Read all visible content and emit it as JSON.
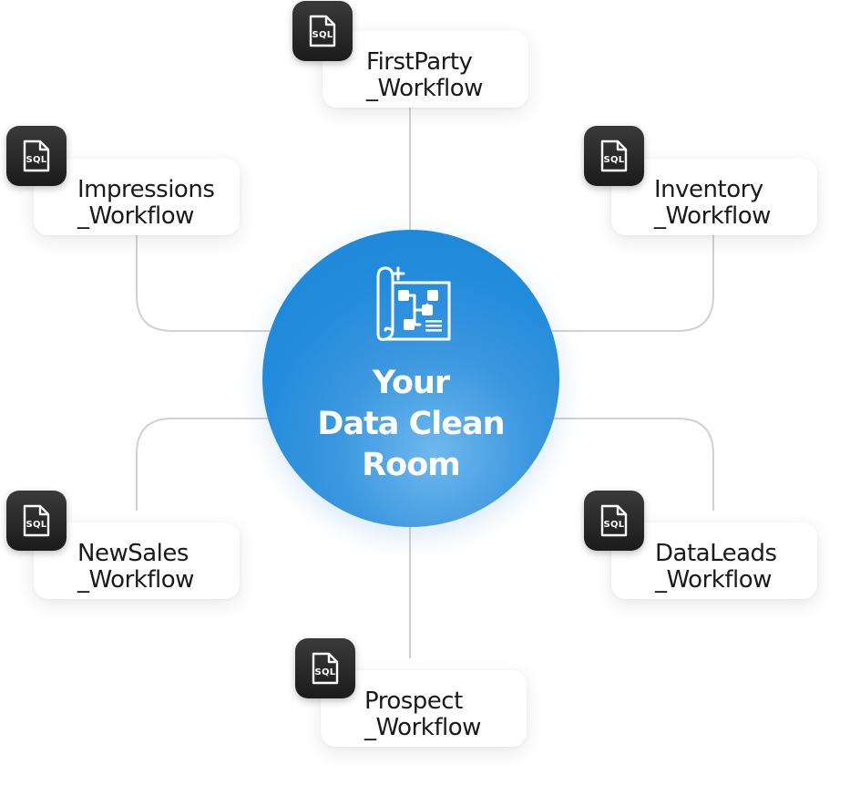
{
  "hub": {
    "title_line1": "Your",
    "title_line2": "Data Clean",
    "title_line3": "Room",
    "icon": "workflow-diagram-icon"
  },
  "badge_text": "SQL",
  "workflows": [
    {
      "id": "firstparty",
      "line1": "FirstParty",
      "line2": "_Workflow",
      "icon": "sql-file-icon"
    },
    {
      "id": "impressions",
      "line1": "Impressions",
      "line2": "_Workflow",
      "icon": "sql-file-icon"
    },
    {
      "id": "inventory",
      "line1": "Inventory",
      "line2": "_Workflow",
      "icon": "sql-file-icon"
    },
    {
      "id": "newsales",
      "line1": "NewSales",
      "line2": "_Workflow",
      "icon": "sql-file-icon"
    },
    {
      "id": "dataleads",
      "line1": "DataLeads",
      "line2": "_Workflow",
      "icon": "sql-file-icon"
    },
    {
      "id": "prospect",
      "line1": "Prospect",
      "line2": "_Workflow",
      "icon": "sql-file-icon"
    }
  ],
  "colors": {
    "hub": "#218bdc",
    "badge": "#1f1f1f",
    "connector": "#cfcfcf",
    "text": "#1a1a1a"
  }
}
